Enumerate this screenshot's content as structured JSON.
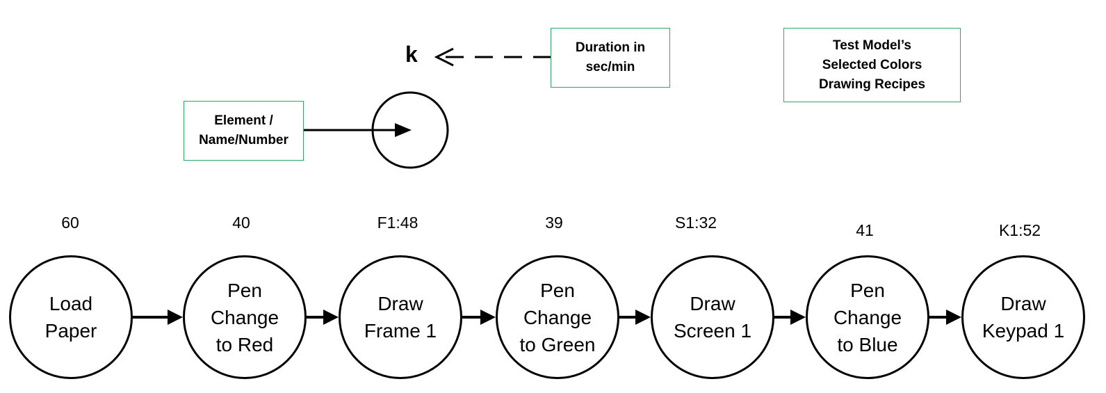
{
  "legend": {
    "k_symbol": "k",
    "duration_box": [
      "Duration in",
      "sec/min"
    ],
    "element_box": [
      "Element /",
      "Name/Number"
    ],
    "title_box": [
      "Test Model’s",
      "Selected Colors",
      "Drawing Recipes"
    ]
  },
  "steps": [
    {
      "duration": "60",
      "lines": [
        "Load",
        "Paper"
      ]
    },
    {
      "duration": "40",
      "lines": [
        "Pen",
        "Change",
        "to Red"
      ]
    },
    {
      "duration": "F1:48",
      "lines": [
        "Draw",
        "Frame 1"
      ]
    },
    {
      "duration": "39",
      "lines": [
        "Pen",
        "Change",
        "to Green"
      ]
    },
    {
      "duration": "S1:32",
      "lines": [
        "Draw",
        "Screen 1"
      ]
    },
    {
      "duration": "41",
      "lines": [
        "Pen",
        "Change",
        "to Blue"
      ]
    },
    {
      "duration": "K1:52",
      "lines": [
        "Draw",
        "Keypad 1"
      ]
    }
  ]
}
